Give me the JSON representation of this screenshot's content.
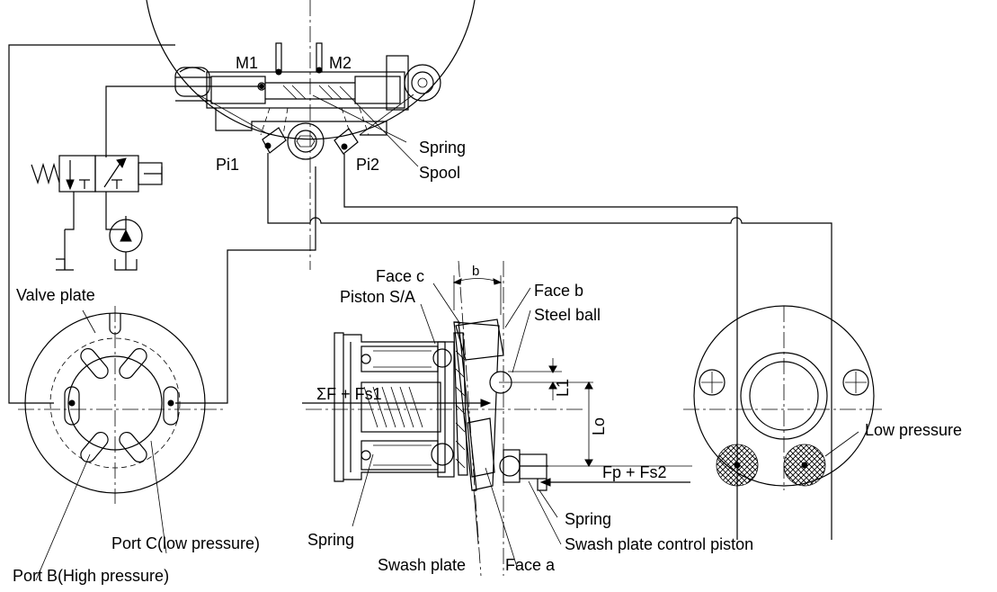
{
  "labels": {
    "m1": "M1",
    "m2": "M2",
    "spring_top": "Spring",
    "spool": "Spool",
    "pi1": "Pi1",
    "pi2": "Pi2",
    "valve_plate": "Valve plate",
    "face_c": "Face c",
    "piston_sa": "Piston S/A",
    "b": "b",
    "face_b": "Face b",
    "steel_ball": "Steel ball",
    "sum_force": "ΣF + Fs1",
    "l1": "L1",
    "lo": "Lo",
    "low_pressure": "Low pressure",
    "fp_fs2": "Fp + Fs2",
    "spring_right": "Spring",
    "swash_control": "Swash plate control piston",
    "spring_mid": "Spring",
    "swash_plate": "Swash plate",
    "face_a": "Face a",
    "port_c": "Port C(low pressure)",
    "port_b": "Port B(High pressure)"
  }
}
